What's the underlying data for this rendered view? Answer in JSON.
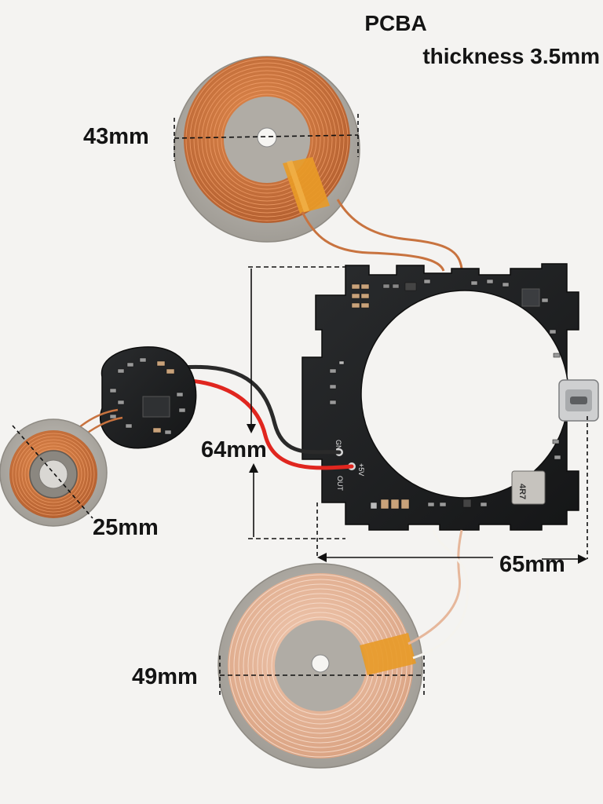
{
  "title": {
    "line1": "PCBA",
    "line2": "thickness 3.5mm"
  },
  "dimensions": {
    "coil_top": "43mm",
    "pcb_height": "64mm",
    "coil_small": "25mm",
    "pcb_width": "65mm",
    "coil_bottom": "49mm"
  },
  "pcb_silkscreen": {
    "gnd": "GND",
    "plus5v": "+5V",
    "out": "OUT",
    "inductor": "4R7"
  },
  "colors": {
    "background": "#f4f3f1",
    "pcb": "#1d1f20",
    "copper": "#c8733f",
    "copper_light": "#e6b79b",
    "ferrite": "#b3afa8",
    "kapton": "#e89a27",
    "wire_red": "#e0261f",
    "wire_black": "#2a2a2a"
  }
}
